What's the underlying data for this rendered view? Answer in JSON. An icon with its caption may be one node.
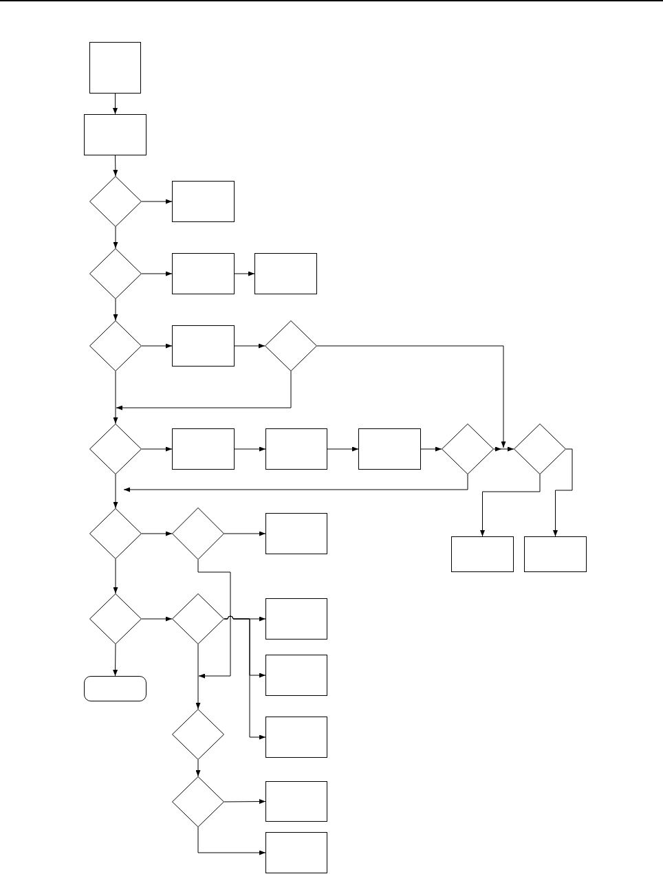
{
  "diagram": {
    "nodes": [
      {
        "text": [],
        "shape": "box"
      },
      {
        "text": [],
        "shape": "box"
      },
      {
        "text": [],
        "shape": "diamond"
      },
      {
        "text": [],
        "shape": "box"
      },
      {
        "text": [],
        "shape": "diamond"
      },
      {
        "text": [],
        "shape": "box"
      },
      {
        "text": [],
        "shape": "box"
      },
      {
        "text": [],
        "shape": "diamond"
      },
      {
        "text": [],
        "shape": "box"
      },
      {
        "text": [],
        "shape": "diamond"
      },
      {
        "text": [],
        "shape": "diamond"
      },
      {
        "text": [],
        "shape": "box"
      },
      {
        "text": [],
        "shape": "box"
      },
      {
        "text": [],
        "shape": "box"
      },
      {
        "text": [],
        "shape": "diamond"
      },
      {
        "text": [],
        "shape": "diamond"
      },
      {
        "text": [],
        "shape": "diamond"
      },
      {
        "text": [],
        "shape": "diamond"
      },
      {
        "text": [],
        "shape": "box"
      },
      {
        "text": [],
        "shape": "box"
      },
      {
        "text": [],
        "shape": "box"
      },
      {
        "text": [],
        "shape": "diamond"
      },
      {
        "text": [],
        "shape": "diamond"
      },
      {
        "text": [],
        "shape": "box"
      },
      {
        "text": [],
        "shape": "box"
      },
      {
        "text": [],
        "shape": "rounded-box"
      },
      {
        "text": [],
        "shape": "diamond"
      },
      {
        "text": [],
        "shape": "box"
      },
      {
        "text": [],
        "shape": "diamond"
      },
      {
        "text": [],
        "shape": "box"
      },
      {
        "text": [],
        "shape": "box"
      }
    ],
    "edges": [
      {
        "from": 0,
        "to": 1,
        "arrow": "to"
      },
      {
        "from": 1,
        "to": 2,
        "arrow": "to"
      },
      {
        "from": 2,
        "to": 3,
        "arrow": "to"
      },
      {
        "from": 2,
        "to": 4,
        "arrow": "to"
      },
      {
        "from": 4,
        "to": 5,
        "arrow": "to"
      },
      {
        "from": 5,
        "to": 6,
        "arrow": "to"
      },
      {
        "from": 4,
        "to": 7,
        "arrow": "to"
      },
      {
        "from": 7,
        "to": 8,
        "arrow": "to"
      },
      {
        "from": 8,
        "to": 9,
        "arrow": "to"
      },
      {
        "from": 7,
        "to": 10,
        "arrow": "to"
      },
      {
        "from": 9,
        "to": 10,
        "arrow": "to"
      },
      {
        "from": 9,
        "to": 15,
        "arrow": "to"
      },
      {
        "from": 10,
        "to": 11,
        "arrow": "to"
      },
      {
        "from": 11,
        "to": 12,
        "arrow": "to"
      },
      {
        "from": 12,
        "to": 13,
        "arrow": "to"
      },
      {
        "from": 13,
        "to": 14,
        "arrow": "to"
      },
      {
        "from": 14,
        "to": 15,
        "arrow": "to"
      },
      {
        "from": 14,
        "to": 16,
        "arrow": "to"
      },
      {
        "from": 10,
        "to": 16,
        "arrow": "to"
      },
      {
        "from": 15,
        "to": 19,
        "arrow": "to"
      },
      {
        "from": 15,
        "to": 20,
        "arrow": "to"
      },
      {
        "from": 16,
        "to": 17,
        "arrow": "to"
      },
      {
        "from": 17,
        "to": 18,
        "arrow": "to"
      },
      {
        "from": 17,
        "to": 26,
        "arrow": "to"
      },
      {
        "from": 16,
        "to": 21,
        "arrow": "to"
      },
      {
        "from": 21,
        "to": 22,
        "arrow": "to"
      },
      {
        "from": 21,
        "to": 25,
        "arrow": "to"
      },
      {
        "from": 22,
        "to": 23,
        "arrow": "to"
      },
      {
        "from": 22,
        "to": 24,
        "arrow": "to"
      },
      {
        "from": 22,
        "to": 27,
        "arrow": "to"
      },
      {
        "from": 22,
        "to": 26,
        "arrow": "to"
      },
      {
        "from": 26,
        "to": 28,
        "arrow": "to"
      },
      {
        "from": 28,
        "to": 29,
        "arrow": "to"
      },
      {
        "from": 28,
        "to": 30,
        "arrow": "to"
      }
    ]
  }
}
